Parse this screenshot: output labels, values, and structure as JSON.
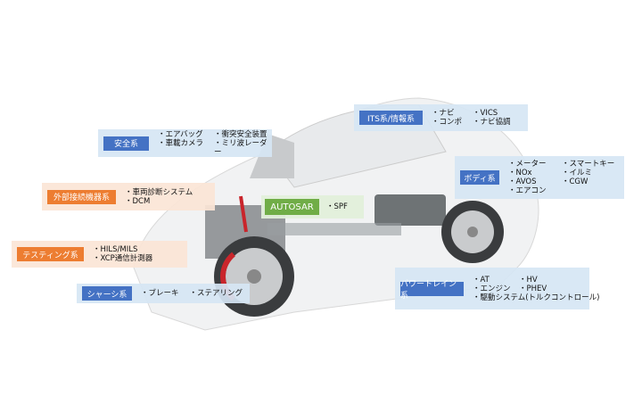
{
  "colors": {
    "system_blue": "#4472c4",
    "system_orange": "#ed7d31",
    "system_green": "#70ad47"
  },
  "systems": {
    "safety": {
      "label": "安全系",
      "items": [
        "・エアバッグ",
        "・衝突安全装置",
        "・車載カメラ",
        "・ミリ波レーダー"
      ]
    },
    "its": {
      "label": "ITS系/情報系",
      "items": [
        "・ナビ",
        "・VICS",
        "・コンポ",
        "・ナビ協調"
      ]
    },
    "body": {
      "label": "ボディ系",
      "items": [
        "・メーター",
        "・スマートキー",
        "・NOx",
        "・イルミ",
        "・AVOS",
        "・CGW",
        "・エアコン"
      ]
    },
    "external": {
      "label": "外部接続機器系",
      "items": [
        "・車両診断システム",
        "・DCM"
      ]
    },
    "autosar": {
      "label": "AUTOSAR",
      "items": [
        "・SPF"
      ]
    },
    "testing": {
      "label": "テスティング系",
      "items": [
        "・HILS/MILS",
        "・XCP通信計測器"
      ]
    },
    "chassis": {
      "label": "シャーシ系",
      "items": [
        "・ブレーキ",
        "・ステアリング"
      ]
    },
    "powertrain": {
      "label": "パワートレイン系",
      "items": [
        "・AT",
        "・HV",
        "・エンジン",
        "・PHEV",
        "・駆動システム(トルクコントロール)"
      ]
    }
  }
}
